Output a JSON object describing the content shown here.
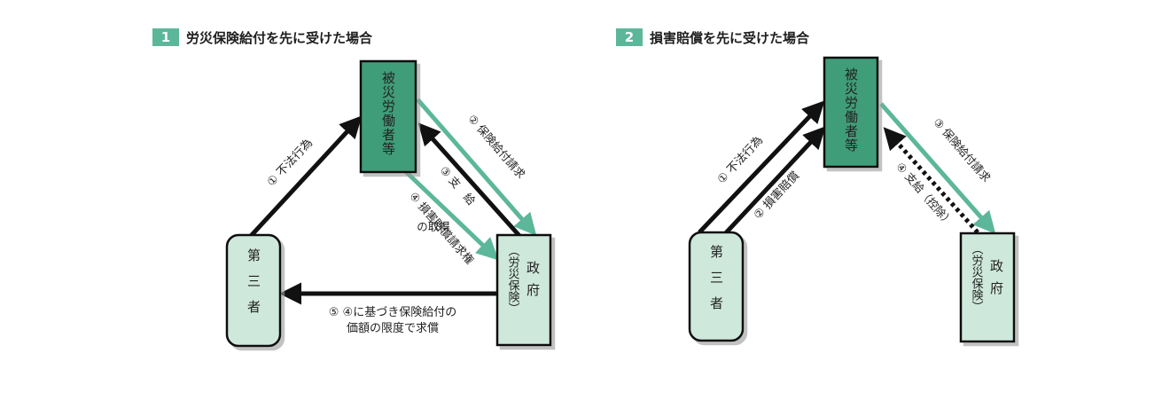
{
  "diagram1": {
    "number": "1",
    "title": "労災保険給付を先に受けた場合",
    "nodes": {
      "victim": "被災労働者等",
      "third_party": "第三者",
      "government_main": "政府",
      "government_sub": "（労災保険）"
    },
    "labels": {
      "illegal_act": "① 不法行為",
      "claim": "② 保険給付請求",
      "payment": "③ 支　給",
      "acquisition_line1": "④ 損害賠償請求権",
      "acquisition_line2": "の取得",
      "recourse_line1": "⑤ ④に基づき保険給付の",
      "recourse_line2": "価額の限度で求償"
    }
  },
  "diagram2": {
    "number": "2",
    "title": "損害賠償を先に受けた場合",
    "nodes": {
      "victim": "被災労働者等",
      "third_party": "第三者",
      "government_main": "政府",
      "government_sub": "（労災保険）"
    },
    "labels": {
      "illegal_act": "① 不法行為",
      "compensation": "② 損害賠償",
      "claim": "③ 保険給付請求",
      "payment_deduction": "④ 支給（控除）"
    }
  },
  "colors": {
    "accent": "#5cb79a",
    "node_dark": "#3f9d7a",
    "node_light": "#cfe8dc",
    "arrow_black": "#111111",
    "arrow_green": "#5cb79a"
  }
}
